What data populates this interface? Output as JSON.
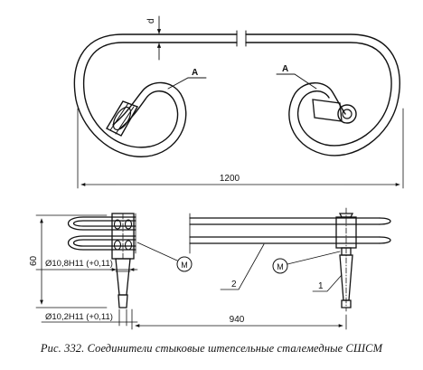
{
  "top_view": {
    "dim_thickness": "d",
    "callout_left": "A",
    "callout_right": "A",
    "dim_length": "1200"
  },
  "side_view": {
    "dim_height": "60",
    "tol_upper": "Ø10,8H11 (+0,11)",
    "tol_lower": "Ø10,2H11 (+0,11)",
    "callout_m_left": "M",
    "callout_m_right": "M",
    "part_2": "2",
    "part_1": "1",
    "dim_940": "940"
  },
  "caption": "Рис. 332. Соединители стыковые штепсельные сталемедные СШСМ"
}
